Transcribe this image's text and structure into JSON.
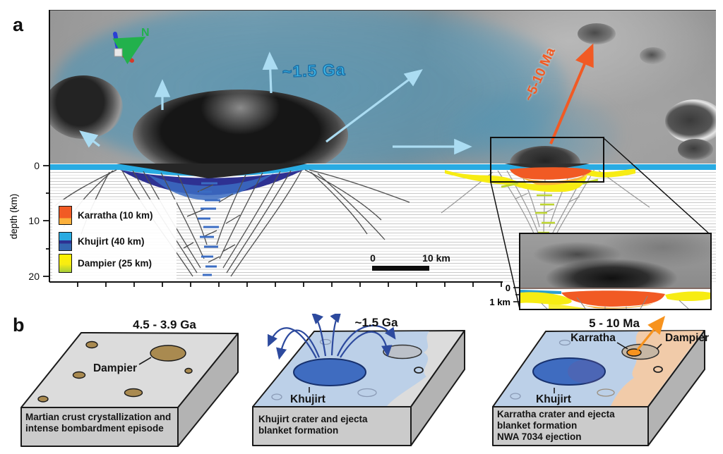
{
  "figure": {
    "panel_a_label": "a",
    "panel_b_label": "b"
  },
  "panel_a": {
    "compass_north_label": "N",
    "khujirt_ejecta_age_label": "~1.5 Ga",
    "karratha_ejecta_age_label": "~5-10 Ma",
    "axis": {
      "ylabel": "depth (km)",
      "ytick_0": "0",
      "ytick_10": "10",
      "ytick_20": "20"
    },
    "legend": {
      "items": [
        {
          "label": "Karratha (10 km)",
          "colors": [
            "#f15a24",
            "#fbb03b"
          ]
        },
        {
          "label": "Khujirt (40 km)",
          "colors": [
            "#29abe2",
            "#2e3192",
            "#3466b0"
          ]
        },
        {
          "label": "Dampier (25 km)",
          "colors": [
            "#fff200",
            "#a6ce39"
          ]
        }
      ]
    },
    "scale_bar": {
      "start_label": "0",
      "end_label": "10 km"
    },
    "inset": {
      "tick_top": "0",
      "tick_bottom": "1 km"
    }
  },
  "panel_b": {
    "stages": [
      {
        "title": "4.5 - 3.9 Ga",
        "caption_lines": [
          "Martian crust crystallization and",
          "intense bombardment episode"
        ],
        "dampier_label": "Dampier"
      },
      {
        "title": "~1.5 Ga",
        "caption_lines": [
          "Khujirt crater and ejecta",
          "blanket formation"
        ],
        "khujirt_label": "Khujirt"
      },
      {
        "title": "5 - 10 Ma",
        "caption_lines": [
          "Karratha crater and ejecta",
          "blanket formation",
          "NWA 7034 ejection"
        ],
        "karratha_label": "Karratha",
        "dampier_label": "Dampier",
        "khujirt_label": "Khujirt"
      }
    ]
  },
  "colors": {
    "karratha_orange": "#f15a24",
    "khujirt_surface_blue": "#29abe2",
    "khujirt_deep_blue": "#2e3192",
    "dampier_yellow": "#f7ec13",
    "dampier_green": "#a6ce39",
    "terrain_blue_overlay": "#3c91ba"
  }
}
